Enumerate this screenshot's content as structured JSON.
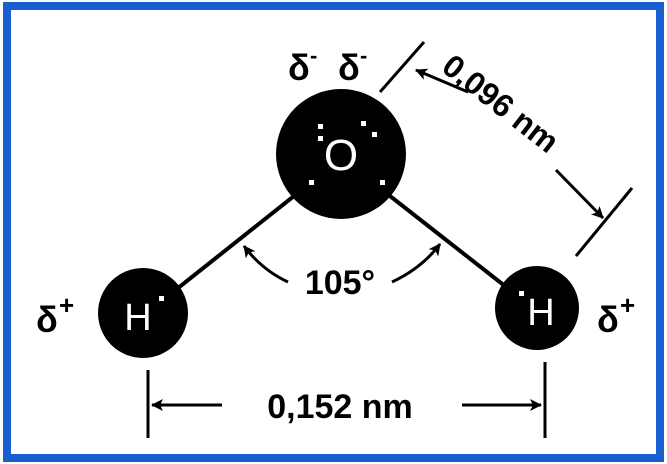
{
  "frame": {
    "border_color": "#1a5fd0"
  },
  "atoms": {
    "oxygen": {
      "symbol": "O",
      "charges": [
        "δ",
        "δ"
      ],
      "charge_sign": "-"
    },
    "hydrogen_left": {
      "symbol": "H",
      "charge": "δ",
      "charge_sign": "+"
    },
    "hydrogen_right": {
      "symbol": "H",
      "charge": "δ",
      "charge_sign": "+"
    }
  },
  "measurements": {
    "bond_length": "0,096 nm",
    "bond_angle": "105°",
    "hh_distance": "0,152 nm"
  },
  "colors": {
    "atom_fill": "#000000",
    "atom_text": "#ffffff"
  }
}
